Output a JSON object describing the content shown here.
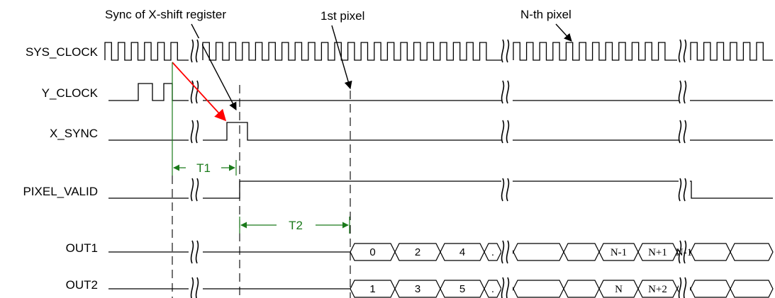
{
  "annotations": {
    "sync_label": "Sync of X-shift register",
    "first_pixel_label": "1st pixel",
    "nth_pixel_label": "N-th pixel"
  },
  "signals": [
    {
      "id": "sys_clock",
      "label": "SYS_CLOCK"
    },
    {
      "id": "y_clock",
      "label": "Y_CLOCK"
    },
    {
      "id": "x_sync",
      "label": "X_SYNC"
    },
    {
      "id": "pixel_valid",
      "label": "PIXEL_VALID"
    },
    {
      "id": "out1",
      "label": "OUT1"
    },
    {
      "id": "out2",
      "label": "OUT2"
    }
  ],
  "timings": {
    "t1": "T1",
    "t2": "T2"
  },
  "out1_cells": [
    "0",
    "2",
    "4",
    ".",
    "",
    "N-1",
    "N+1",
    "N-1",
    "",
    ""
  ],
  "out2_cells": [
    "1",
    "3",
    "5",
    ".",
    "",
    "N",
    "N+2",
    "",
    ""
  ],
  "colors": {
    "timing": "#1a7a1a",
    "sync_arrow": "#ff0000",
    "wave": "#000000"
  }
}
